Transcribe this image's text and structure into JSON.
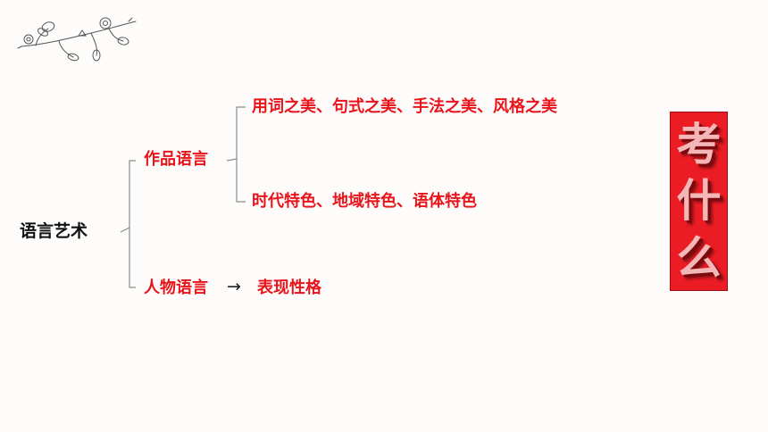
{
  "diagram": {
    "root": "语言艺术",
    "branches": [
      {
        "label": "作品语言",
        "children": [
          "用词之美、句式之美、手法之美、风格之美",
          "时代特色、地域特色、语体特色"
        ]
      },
      {
        "label": "人物语言",
        "arrow": "→",
        "result": "表现性格"
      }
    ]
  },
  "banner": {
    "chars": [
      "考",
      "什",
      "么"
    ]
  },
  "colors": {
    "accent": "#e8141b",
    "banner": "#ec1c24",
    "text": "#111111",
    "line": "#8c8c8c"
  },
  "decoration": {
    "icon": "flower-branch-icon"
  }
}
